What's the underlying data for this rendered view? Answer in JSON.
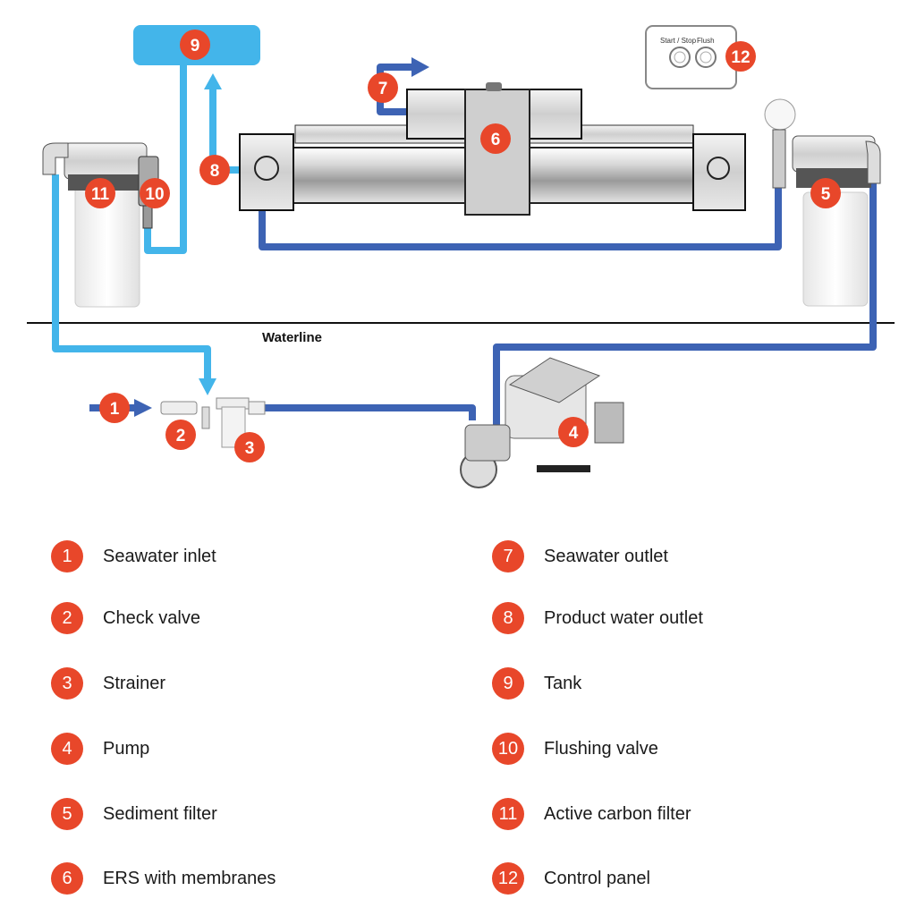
{
  "diagram": {
    "waterline_label": "Waterline",
    "control_panel": {
      "start_stop_label": "Start / Stop",
      "flush_label": "Flush"
    },
    "colors": {
      "seawater_pipe": "#3d63b4",
      "product_water_pipe": "#43b5ea",
      "badge": "#e8472a"
    },
    "badges": {
      "b1": "1",
      "b2": "2",
      "b3": "3",
      "b4": "4",
      "b5": "5",
      "b6": "6",
      "b7": "7",
      "b8": "8",
      "b9": "9",
      "b10": "10",
      "b11": "11",
      "b12": "12"
    }
  },
  "legend": {
    "items": [
      {
        "num": "1",
        "label": "Seawater inlet"
      },
      {
        "num": "2",
        "label": "Check valve"
      },
      {
        "num": "3",
        "label": "Strainer"
      },
      {
        "num": "4",
        "label": "Pump"
      },
      {
        "num": "5",
        "label": "Sediment filter"
      },
      {
        "num": "6",
        "label": "ERS with membranes"
      },
      {
        "num": "7",
        "label": "Seawater outlet"
      },
      {
        "num": "8",
        "label": "Product water outlet"
      },
      {
        "num": "9",
        "label": "Tank"
      },
      {
        "num": "10",
        "label": "Flushing valve"
      },
      {
        "num": "11",
        "label": "Active carbon filter"
      },
      {
        "num": "12",
        "label": "Control panel"
      }
    ]
  }
}
